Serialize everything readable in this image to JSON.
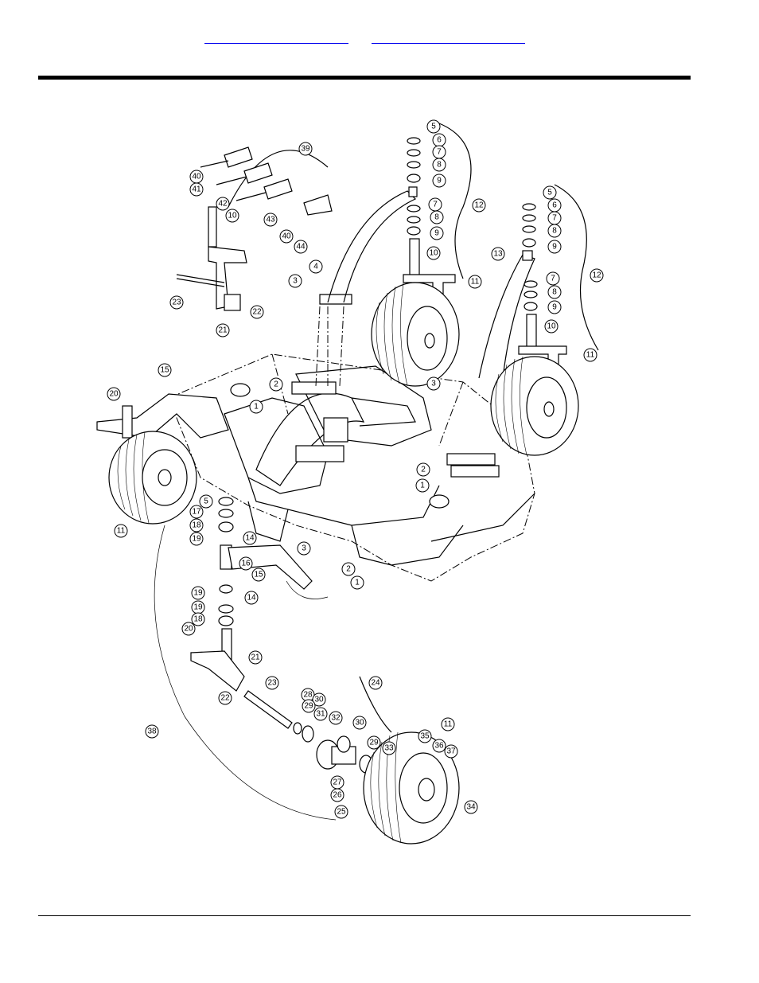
{
  "header": {
    "links": [
      {
        "label": ""
      },
      {
        "label": ""
      }
    ]
  },
  "diagram": {
    "callouts": [
      "1",
      "2",
      "3",
      "4",
      "5",
      "6",
      "7",
      "8",
      "9",
      "10",
      "11",
      "12",
      "13",
      "14",
      "15",
      "16",
      "17",
      "18",
      "19",
      "20",
      "21",
      "22",
      "23",
      "24",
      "25",
      "26",
      "27",
      "28",
      "29",
      "30",
      "31",
      "32",
      "33",
      "34",
      "35",
      "36",
      "37",
      "38",
      "39",
      "40",
      "41",
      "42",
      "43",
      "44"
    ]
  }
}
